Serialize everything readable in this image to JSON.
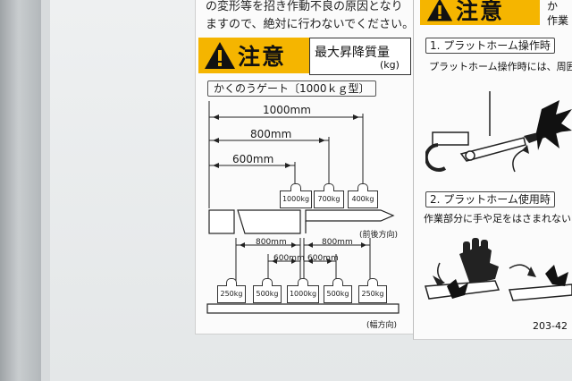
{
  "top_notice": {
    "line1": "の変形等を招き作動不良の原因となり",
    "line2": "ますので、絶対に行わないでください。"
  },
  "caution_panel": {
    "title": "注意",
    "subtitle": "最大昇降質量",
    "unit": "(kg)"
  },
  "gate_label": "かくのうゲート〔1000ｋｇ型〕",
  "front_back": {
    "distances": [
      "1000mm",
      "800mm",
      "600mm"
    ],
    "weights": [
      "1000kg",
      "700kg",
      "400kg"
    ],
    "direction": "(前後方向)"
  },
  "width_dir": {
    "spans_outer": [
      "800mm",
      "800mm"
    ],
    "spans_inner": [
      "600mm",
      "600mm"
    ],
    "weights": [
      "250kg",
      "500kg",
      "1000kg",
      "500kg",
      "250kg"
    ],
    "direction": "(幅方向)"
  },
  "right_panel": {
    "header_fragment": "か",
    "header_fragment2": "作業",
    "step1": "1. プラットホーム操作時",
    "step1_text": "プラットホーム操作時には、周囲",
    "step2": "2. プラットホーム使用時",
    "step2_text": "作業部分に手や足をはさまれない",
    "part_code": "203-42"
  },
  "colors": {
    "warning_yellow": "#f5b500",
    "sticker_white": "#fbfbfb"
  }
}
